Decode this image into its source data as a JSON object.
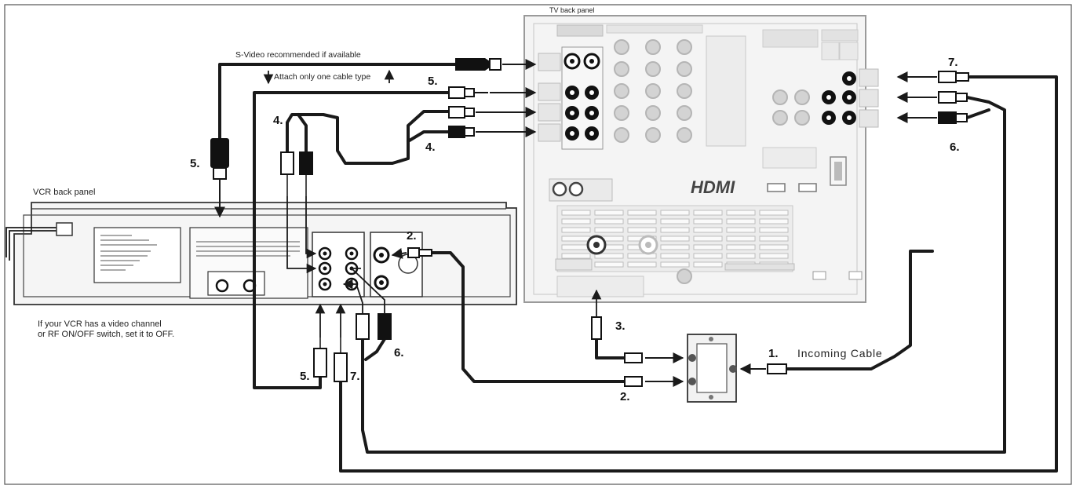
{
  "labels": {
    "tv_panel": "TV back panel",
    "vcr_panel": "VCR back panel",
    "svideo_note": "S-Video recommended if available",
    "attach_note": "Attach only one cable type",
    "vcr_note_line1": "If your VCR has a video channel",
    "vcr_note_line2": "or RF ON/OFF switch, set it to OFF.",
    "incoming_cable": "Incoming Cable",
    "hdmi_logo": "HDMI"
  },
  "steps": {
    "n1": "1.",
    "n2": "2.",
    "n3": "3.",
    "n4": "4.",
    "n5": "5.",
    "n6": "6.",
    "n7": "7."
  },
  "colors": {
    "cable": "#1a1a1a",
    "panel_fill": "#f2f2f2",
    "panel_stroke": "#9a9a9a",
    "jack_light": "#bdbdbd",
    "jack_dark": "#111111"
  }
}
